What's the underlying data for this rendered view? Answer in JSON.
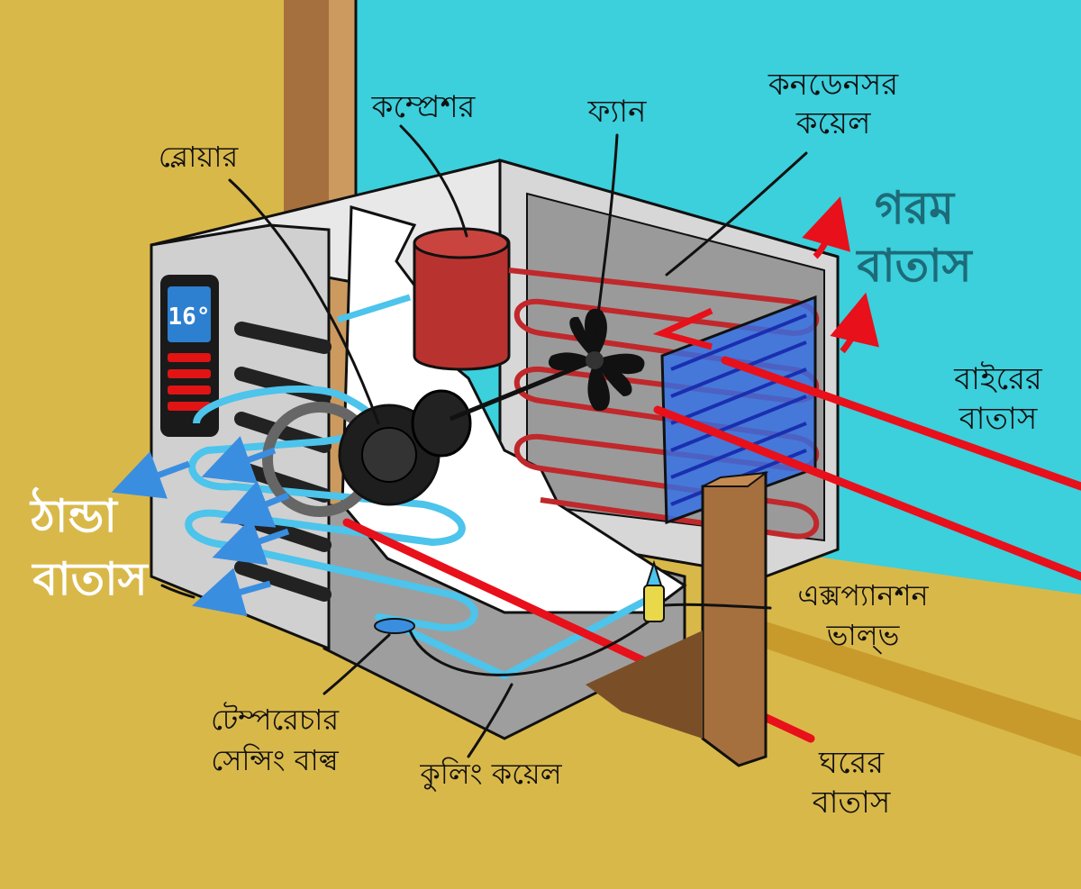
{
  "colors": {
    "wall": "#3ccfdc",
    "floor": "#d9b84a",
    "wood": "#a5703d",
    "casing": "#cfcfcf",
    "compressor": "#b8332f",
    "hot_air": "#e8101a",
    "cold_coil": "#4cc4ec",
    "evap_panel": "#2f6fe8",
    "display": "#2d7fd0",
    "warm_label": "#1d6b78",
    "cool_label": "#ffffff"
  },
  "display": {
    "temperature": "16°"
  },
  "labels": {
    "compressor": "কম্প্রেশর",
    "blower": "ব্লোয়ার",
    "fan": "ফ্যান",
    "condenser_line1": "কনডেনসর",
    "condenser_line2": "কয়েল",
    "hot_air_line1": "গরম",
    "hot_air_line2": "বাতাস",
    "outside_air_line1": "বাইরের",
    "outside_air_line2": "বাতাস",
    "cold_air_line1": "ঠান্ডা",
    "cold_air_line2": "বাতাস",
    "expansion_line1": "এক্সপ্যানশন",
    "expansion_line2": "ভাল্ভ",
    "temp_bulb_line1": "টেম্পরেচার",
    "temp_bulb_line2": "সেন্সিং বাল্ব",
    "cooling_coil": "কুলিং কয়েল",
    "room_air_line1": "ঘরের",
    "room_air_line2": "বাতাস"
  }
}
